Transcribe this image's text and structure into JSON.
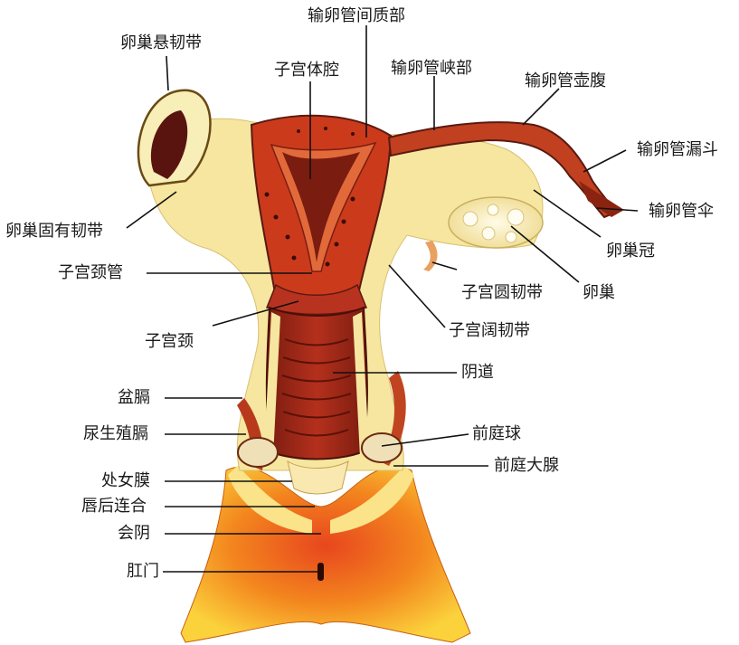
{
  "diagram": {
    "labels": {
      "ovarian_suspensory_ligament": "卵巢悬韧带",
      "interstitial_part": "输卵管间质部",
      "uterine_cavity": "子宫体腔",
      "isthmus": "输卵管峡部",
      "ampulla": "输卵管壶腹",
      "infundibulum": "输卵管漏斗",
      "fimbriae": "输卵管伞",
      "epoophoron": "卵巢冠",
      "ovary": "卵巢",
      "ovarian_ligament": "卵巢固有韧带",
      "cervical_canal": "子宫颈管",
      "round_ligament": "子宫圆韧带",
      "cervix": "子宫颈",
      "broad_ligament": "子宫阔韧带",
      "vagina": "阴道",
      "pelvic_diaphragm": "盆膈",
      "urogenital_diaphragm": "尿生殖膈",
      "vestibular_bulb": "前庭球",
      "greater_vestibular_gland": "前庭大腺",
      "hymen": "处女膜",
      "posterior_commissure": "唇后连合",
      "perineum": "会阴",
      "anus": "肛门"
    },
    "colors": {
      "tissue_red": "#c8321e",
      "tissue_dark": "#6e1a10",
      "ligament_yellow": "#f6e6a0",
      "perineum_orange": "#f07a1a",
      "outline": "#5a3a10",
      "leader": "#111111"
    }
  }
}
